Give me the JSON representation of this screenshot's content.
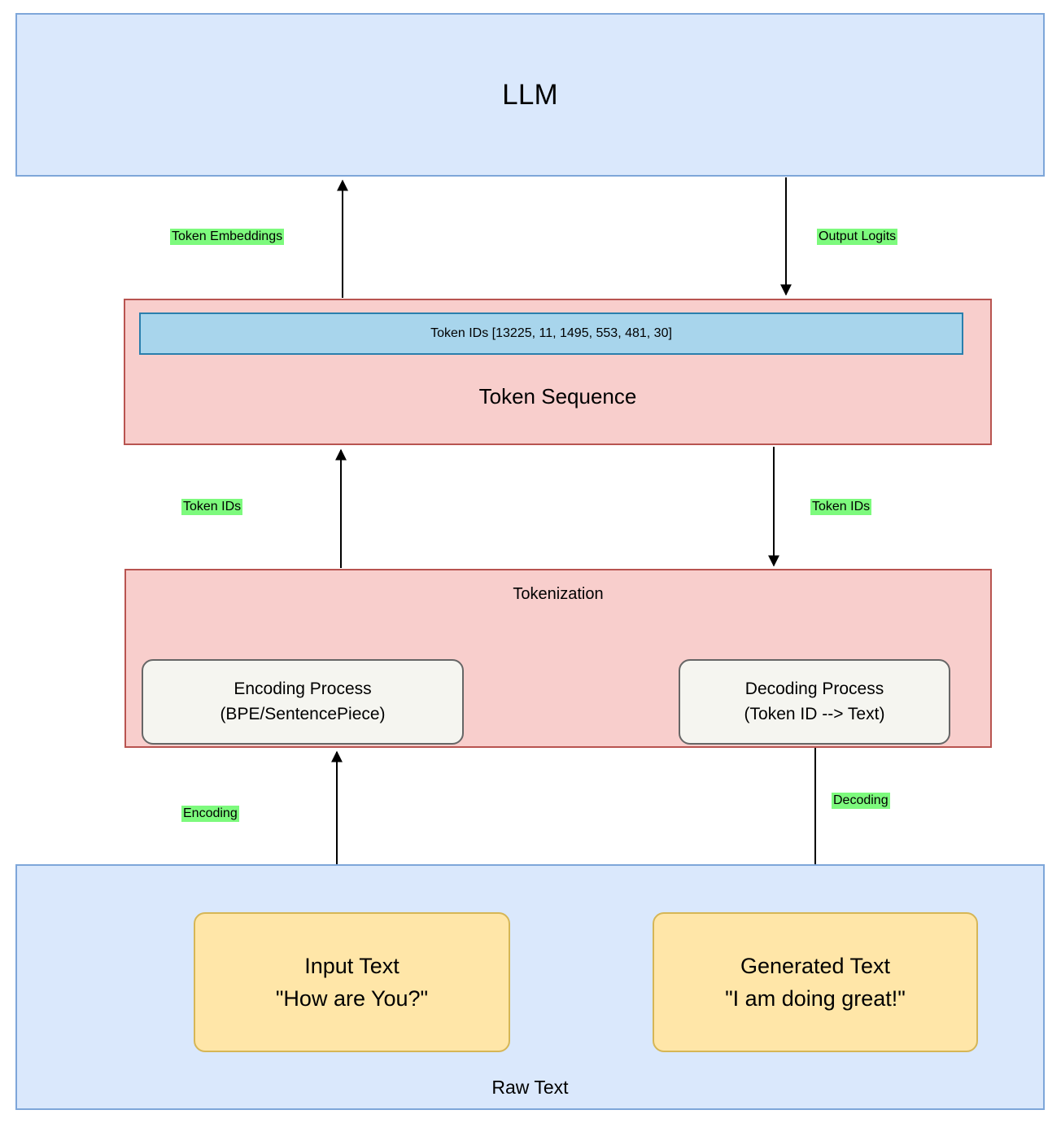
{
  "diagram": {
    "title_top": "LLM",
    "nodes": {
      "llm": {
        "label": "LLM"
      },
      "token_sequence": {
        "label": "Token Sequence",
        "token_ids_bar": "Token IDs [13225, 11, 1495, 553, 481, 30]"
      },
      "tokenization": {
        "label": "Tokenization",
        "encoding_process": {
          "line1": "Encoding Process",
          "line2": "(BPE/SentencePiece)"
        },
        "decoding_process": {
          "line1": "Decoding Process",
          "line2": "(Token ID --> Text)"
        }
      },
      "raw_text": {
        "label": "Raw Text",
        "input_text": {
          "line1": "Input Text",
          "line2": "\"How are You?\""
        },
        "generated_text": {
          "line1": "Generated Text",
          "line2": "\"I am doing great!\""
        }
      }
    },
    "edges": [
      {
        "id": "token-embeddings",
        "label": "Token Embeddings",
        "from": "token_sequence",
        "to": "llm",
        "direction": "up"
      },
      {
        "id": "output-logits",
        "label": "Output Logits",
        "from": "llm",
        "to": "token_sequence",
        "direction": "down"
      },
      {
        "id": "token-ids-up",
        "label": "Token IDs",
        "from": "tokenization",
        "to": "token_sequence",
        "direction": "up"
      },
      {
        "id": "token-ids-down",
        "label": "Token IDs",
        "from": "token_sequence",
        "to": "tokenization",
        "direction": "down"
      },
      {
        "id": "encoding",
        "label": "Encoding",
        "from": "raw_text",
        "to": "tokenization",
        "direction": "up"
      },
      {
        "id": "decoding",
        "label": "Decoding",
        "from": "tokenization",
        "to": "raw_text",
        "direction": "down"
      }
    ],
    "colors": {
      "blue_fill": "#dae8fc",
      "blue_stroke": "#7ea6d9",
      "red_fill": "#f8cecc",
      "red_stroke": "#b85450",
      "yellow_fill": "#ffe6a8",
      "yellow_stroke": "#d6b656",
      "cyan_fill": "#a8d5ec",
      "cyan_stroke": "#2a7fad",
      "cream_fill": "#f5f5f0",
      "cream_stroke": "#666666",
      "label_highlight": "#7dfa7d",
      "arrow": "#000000"
    }
  }
}
